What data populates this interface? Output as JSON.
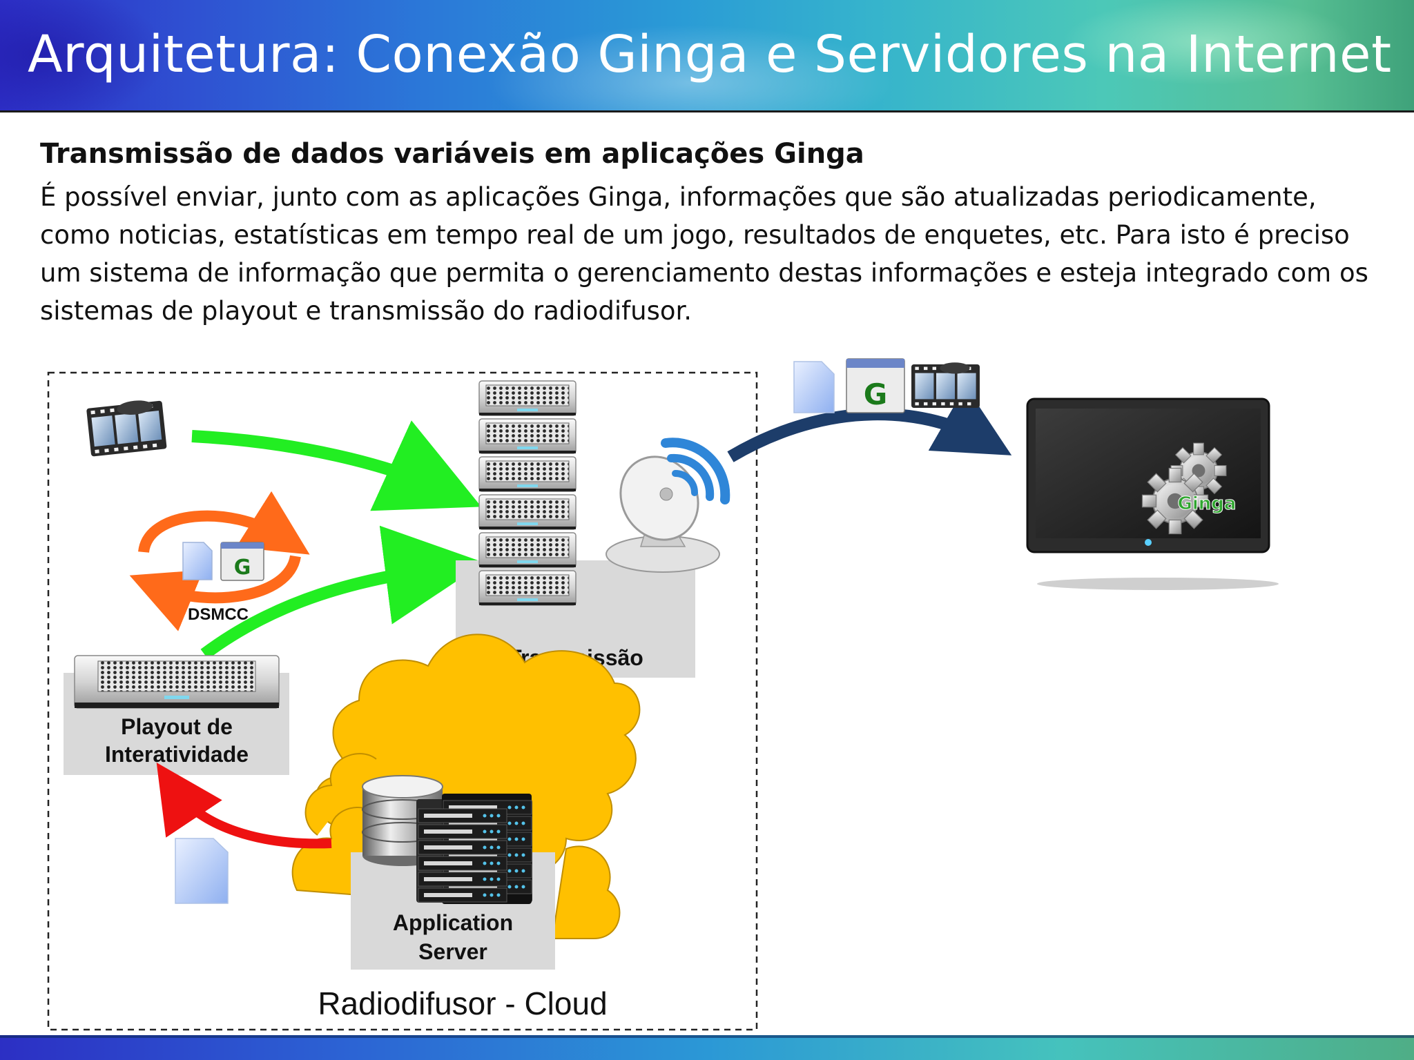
{
  "slide": {
    "title": "Arquitetura: Conexão Ginga e Servidores na Internet",
    "subtitle": "Transmissão de dados variáveis em aplicações Ginga",
    "body": "É possível enviar, junto com as aplicações Ginga, informações que são atualizadas periodicamente, como noticias, estatísticas em tempo real de um jogo, resultados de enquetes, etc. Para isto é preciso um sistema de informação que permita o gerenciamento destas informações e esteja integrado com os sistemas de playout e transmissão do radiodifusor."
  },
  "diagram": {
    "boundary_label": "Radiodifusor - Cloud",
    "transmission_label": "Transmissão",
    "playout_label_line1": "Playout de",
    "playout_label_line2": "Interatividade",
    "app_server_label_line1": "Application",
    "app_server_label_line2": "Server",
    "dsmcc_label": "DSMCC",
    "ginga_icon_letter": "G",
    "tv_logo_text": "Ginga"
  },
  "colors": {
    "green_arrow": "#22ee22",
    "orange_arrow": "#ff6a1a",
    "red_arrow": "#ee1111",
    "navy_arrow": "#1d3d6a",
    "cloud": "#ffc000",
    "label_box": "#d9d9d9"
  },
  "icons": [
    "film-strip-icon",
    "document-icon",
    "ginga-app-icon",
    "server-rack-icon",
    "satellite-dish-icon",
    "database-icon",
    "tv-icon",
    "gears-icon",
    "wireless-signal-icon"
  ]
}
